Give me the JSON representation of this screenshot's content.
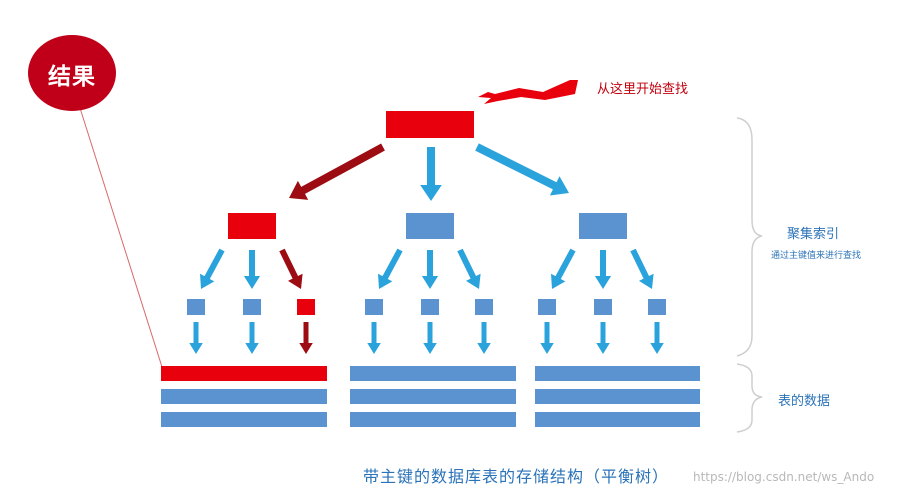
{
  "labels": {
    "result": "结果",
    "start": "从这里开始查找",
    "clustered_index": "聚集索引",
    "clustered_index_sub": "通过主键值来进行查找",
    "table_data": "表的数据",
    "caption": "带主键的数据库表的存储结构（平衡树）",
    "watermark": "https://blog.csdn.net/ws_Ando"
  },
  "colors": {
    "highlight": "#e8000c",
    "highlight_dark": "#9c0c12",
    "node": "#5b93d1",
    "arrow": "#2aa3dd",
    "badge": "#c00018",
    "bracket": "#cfcfcf"
  },
  "tree": {
    "root": {
      "highlighted": true
    },
    "branches": [
      {
        "highlighted": true,
        "leaves": [
          false,
          false,
          true
        ]
      },
      {
        "highlighted": false,
        "leaves": [
          false,
          false,
          false
        ]
      },
      {
        "highlighted": false,
        "leaves": [
          false,
          false,
          false
        ]
      }
    ],
    "data_groups": [
      {
        "rows": [
          true,
          false,
          false
        ]
      },
      {
        "rows": [
          false,
          false,
          false
        ]
      },
      {
        "rows": [
          false,
          false,
          false
        ]
      }
    ]
  }
}
